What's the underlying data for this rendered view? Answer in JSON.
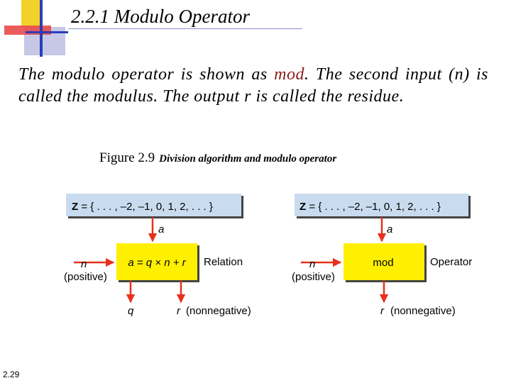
{
  "slide": {
    "title": "2.2.1  Modulo Operator",
    "body": {
      "part1": "The modulo operator is shown as ",
      "highlight": "mod",
      "part2": ". The second input (n) is called the modulus. The output r is called the residue."
    },
    "figure": {
      "label": "Figure 2.9",
      "title": "Division algorithm and modulo operator"
    },
    "slide_number": "2.29"
  },
  "left_diagram": {
    "set_bold": "Z",
    "set_rest": " = { . . . , –2, –1, 0, 1, 2, . . . }",
    "input_a": "a",
    "input_n": "n",
    "input_n_note": "(positive)",
    "box_label": "a = q × n + r",
    "side_label": "Relation",
    "output_q": "q",
    "output_r": "r",
    "output_r_note": "(nonnegative)"
  },
  "right_diagram": {
    "set_bold": "Z",
    "set_rest": " = { . . . , –2, –1, 0, 1, 2, . . . }",
    "input_a": "a",
    "input_n": "n",
    "input_n_note": "(positive)",
    "box_label": "mod",
    "side_label": "Operator",
    "output_r": "r",
    "output_r_note": "(nonnegative)"
  },
  "colors": {
    "set_box": "#c9dcef",
    "op_box": "#ffef00",
    "arrow": "#e8301c",
    "shadow": "#444444",
    "deco_yellow": "#f2d22a",
    "deco_red": "#e84a4a",
    "deco_blue": "#2b3db5",
    "deco_lavender": "#c6c8e6"
  }
}
